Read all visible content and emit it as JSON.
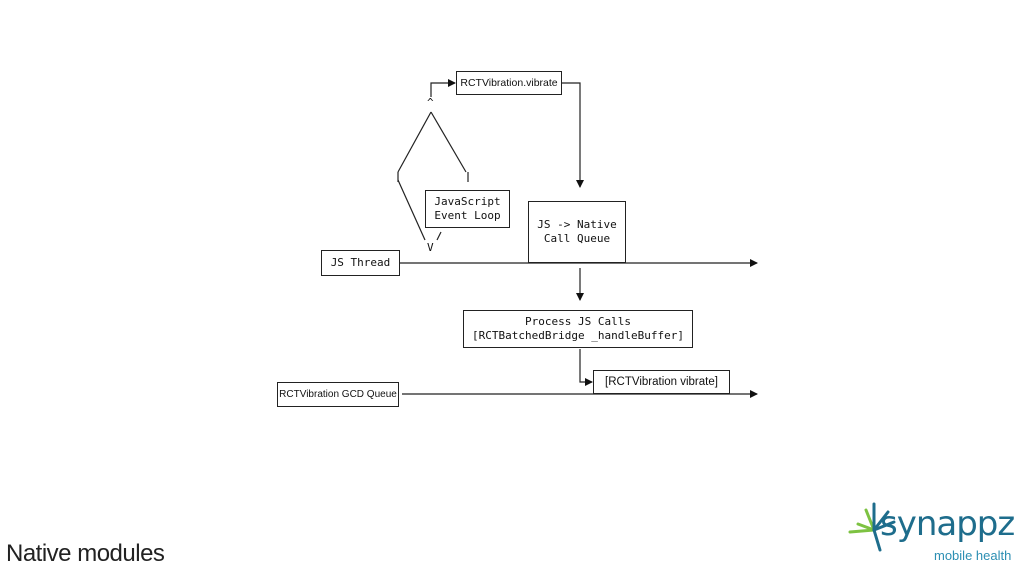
{
  "diagram": {
    "boxes": {
      "vibrate": "RCTVibration.vibrate",
      "event_loop": "JavaScript\nEvent Loop",
      "call_queue": "JS -> Native\nCall Queue",
      "js_thread": "JS Thread",
      "process_calls": "Process JS Calls\n[RCTBatchedBridge _handleBuffer]",
      "vibration_method": "[RCTVibration vibrate]",
      "gcd_queue": "RCTVibration GCD Queue"
    },
    "glyphs": {
      "up_caret": "^",
      "down_v": "V"
    }
  },
  "caption": "Native modules",
  "logo": {
    "word": "synappz",
    "tagline": "mobile health"
  },
  "colors": {
    "logo_blue": "#1e6d8c",
    "logo_light_blue": "#2c8fb3",
    "logo_green": "#7dc242"
  }
}
